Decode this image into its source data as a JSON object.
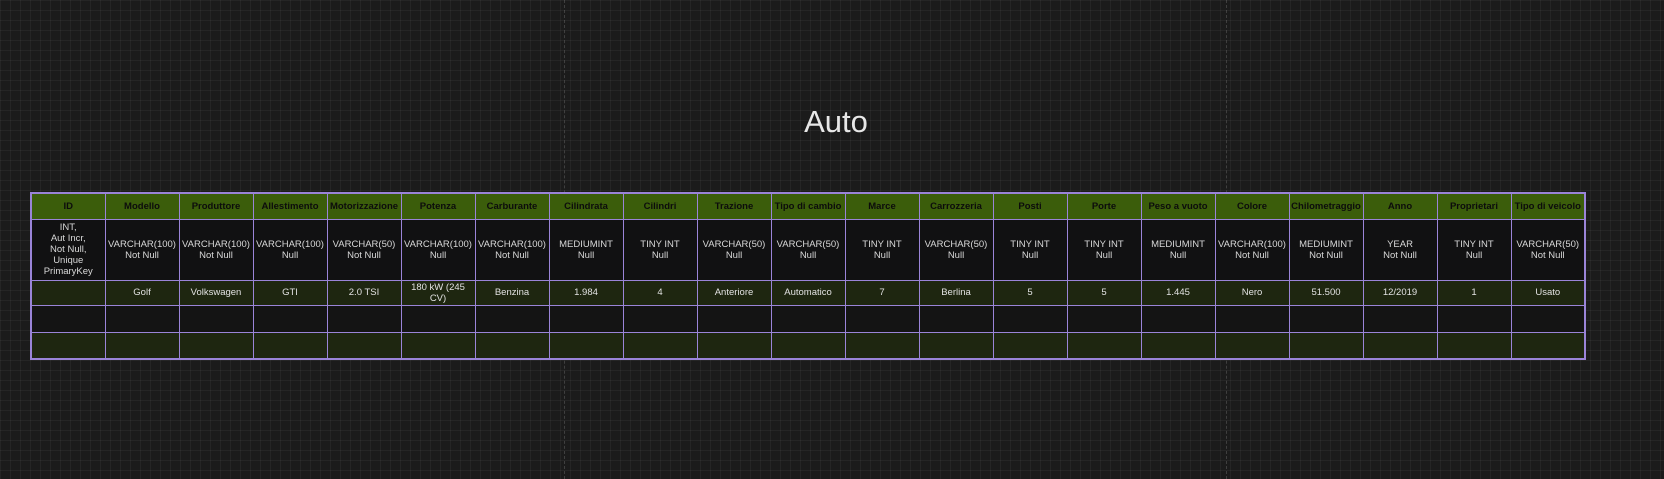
{
  "title": "Auto",
  "colors": {
    "header_bg": "#3b5d0b",
    "border": "#9a84d8",
    "type_row_bg": "#111112",
    "value_row_bg": "#1e2610"
  },
  "columns": [
    {
      "name": "ID",
      "type": "INT,\nAut Incr,\nNot Null,\nUnique\nPrimaryKey",
      "value": ""
    },
    {
      "name": "Modello",
      "type": "VARCHAR(100)\nNot Null",
      "value": "Golf"
    },
    {
      "name": "Produttore",
      "type": "VARCHAR(100)\nNot Null",
      "value": "Volkswagen"
    },
    {
      "name": "Allestimento",
      "type": "VARCHAR(100)\nNull",
      "value": "GTI"
    },
    {
      "name": "Motorizzazione",
      "type": "VARCHAR(50)\nNot Null",
      "value": "2.0 TSI"
    },
    {
      "name": "Potenza",
      "type": "VARCHAR(100)\nNull",
      "value": "180 kW (245\nCV)"
    },
    {
      "name": "Carburante",
      "type": "VARCHAR(100)\nNot Null",
      "value": "Benzina"
    },
    {
      "name": "Cilindrata",
      "type": "MEDIUMINT\nNull",
      "value": "1.984"
    },
    {
      "name": "Cilindri",
      "type": "TINY INT\nNull",
      "value": "4"
    },
    {
      "name": "Trazione",
      "type": "VARCHAR(50)\nNull",
      "value": "Anteriore"
    },
    {
      "name": "Tipo di cambio",
      "type": "VARCHAR(50)\nNull",
      "value": "Automatico"
    },
    {
      "name": "Marce",
      "type": "TINY INT\nNull",
      "value": "7"
    },
    {
      "name": "Carrozzeria",
      "type": "VARCHAR(50)\nNull",
      "value": "Berlina"
    },
    {
      "name": "Posti",
      "type": "TINY INT\nNull",
      "value": "5"
    },
    {
      "name": "Porte",
      "type": "TINY INT\nNull",
      "value": "5"
    },
    {
      "name": "Peso a vuoto",
      "type": "MEDIUMINT\nNull",
      "value": "1.445"
    },
    {
      "name": "Colore",
      "type": "VARCHAR(100)\nNot Null",
      "value": "Nero"
    },
    {
      "name": "Chilometraggio",
      "type": "MEDIUMINT\nNot Null",
      "value": "51.500"
    },
    {
      "name": "Anno",
      "type": "YEAR\nNot Null",
      "value": "12/2019"
    },
    {
      "name": "Proprietari",
      "type": "TINY INT\nNull",
      "value": "1"
    },
    {
      "name": "Tipo di veicolo",
      "type": "VARCHAR(50)\nNot Null",
      "value": "Usato"
    }
  ]
}
